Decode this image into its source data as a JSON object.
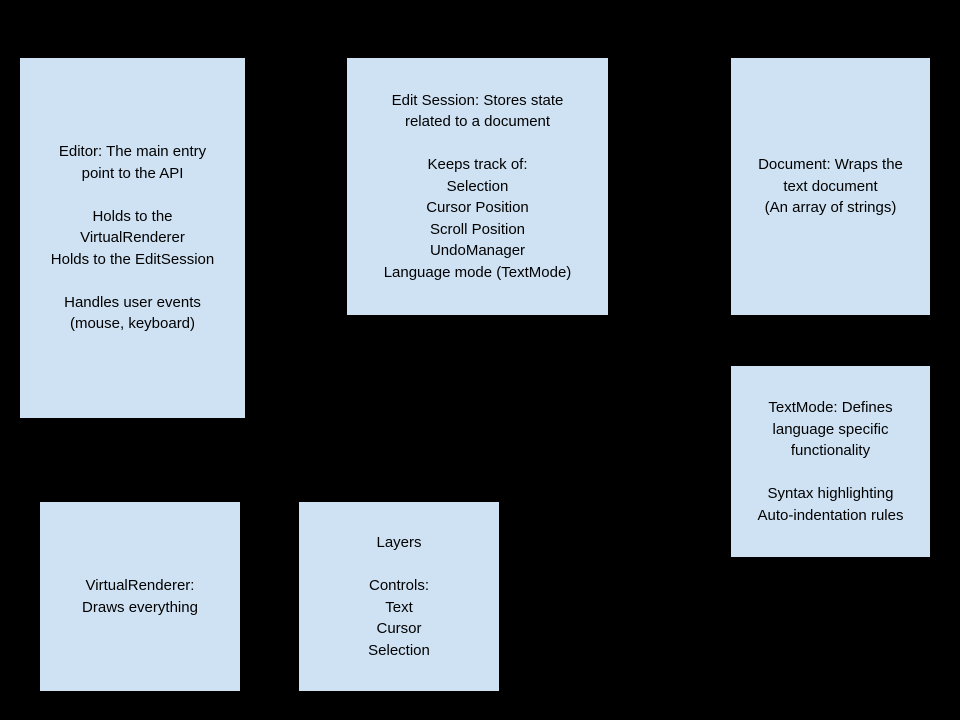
{
  "diagram": {
    "background_color": "#000000",
    "box_fill_color": "#cfe2f3",
    "text_color": "#000000",
    "boxes": {
      "editor": {
        "text": "Editor: The main entry\npoint to the API\n\nHolds to the\nVirtualRenderer\nHolds to the EditSession\n\nHandles user events\n(mouse, keyboard)"
      },
      "edit_session": {
        "text": "Edit Session: Stores state\nrelated to a document\n\nKeeps track of:\nSelection\nCursor Position\nScroll Position\nUndoManager\nLanguage mode (TextMode)"
      },
      "document": {
        "text": "Document: Wraps the\ntext document\n(An array of strings)"
      },
      "textmode": {
        "text": "TextMode: Defines\nlanguage specific\nfunctionality\n\nSyntax highlighting\nAuto-indentation rules"
      },
      "virtual_renderer": {
        "text": "VirtualRenderer:\nDraws everything"
      },
      "layers": {
        "text": "Layers\n\nControls:\nText\nCursor\nSelection"
      }
    }
  }
}
